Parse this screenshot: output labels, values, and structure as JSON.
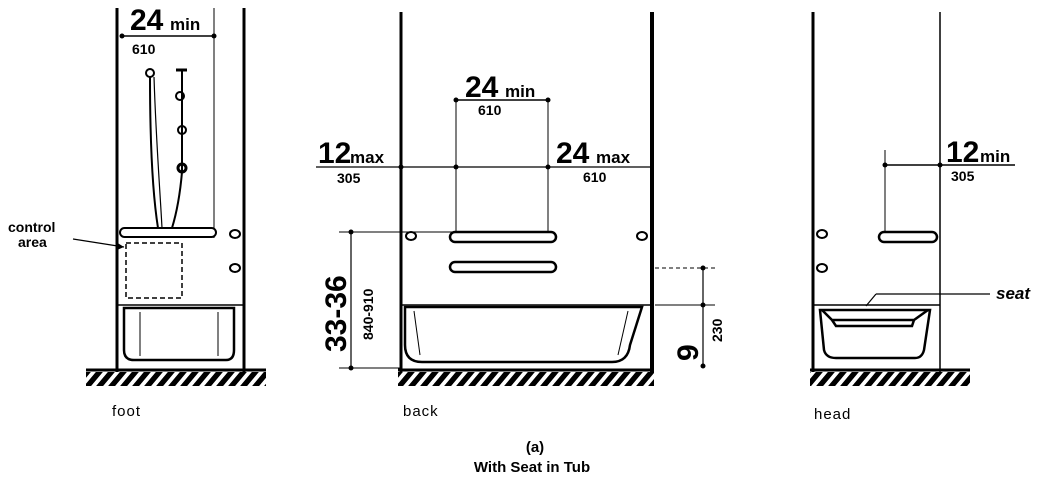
{
  "caption": {
    "label": "(a)",
    "title": "With Seat in Tub"
  },
  "views": {
    "foot": {
      "label": "foot",
      "dim_top": {
        "value": "24",
        "qual": "min",
        "metric": "610"
      },
      "control_area": "control\narea",
      "control_area_line1": "control",
      "control_area_line2": "area"
    },
    "back": {
      "label": "back",
      "dim_center": {
        "value": "24",
        "qual": "min",
        "metric": "610"
      },
      "dim_left": {
        "value": "12",
        "qual": "max",
        "metric": "305"
      },
      "dim_right": {
        "value": "24",
        "qual": "max",
        "metric": "610"
      },
      "dim_height": {
        "value": "33-36",
        "metric": "840-910"
      },
      "dim_rim": {
        "value": "9",
        "metric": "230"
      }
    },
    "head": {
      "label": "head",
      "dim_top": {
        "value": "12",
        "qual": "min",
        "metric": "305"
      },
      "seat_label": "seat"
    }
  }
}
